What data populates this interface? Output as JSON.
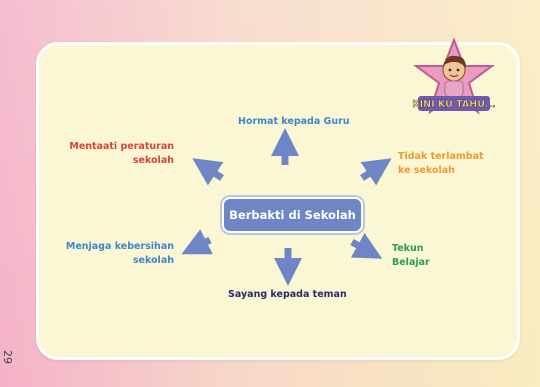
{
  "center": "Berbakti di Sekolah",
  "branches": {
    "top": "Hormat kepada Guru",
    "top_left": [
      "Mentaati peraturan",
      "sekolah"
    ],
    "top_right": [
      "Tidak terlambat",
      "ke sekolah"
    ],
    "bottom_left": [
      "Menjaga kebersihan",
      "sekolah"
    ],
    "bottom_right": [
      "Tekun",
      "Belajar"
    ],
    "bottom": "Sayang kepada teman"
  },
  "badge": "KINI KU TAHU...",
  "page_number": "29",
  "colors": {
    "center_box": "#6f86c6",
    "arrow": "#6f86c6",
    "red": "#d8433a",
    "blue": "#3f86c8",
    "orange": "#ef9a35",
    "green": "#2f9a5a",
    "navy": "#2a2a66"
  }
}
